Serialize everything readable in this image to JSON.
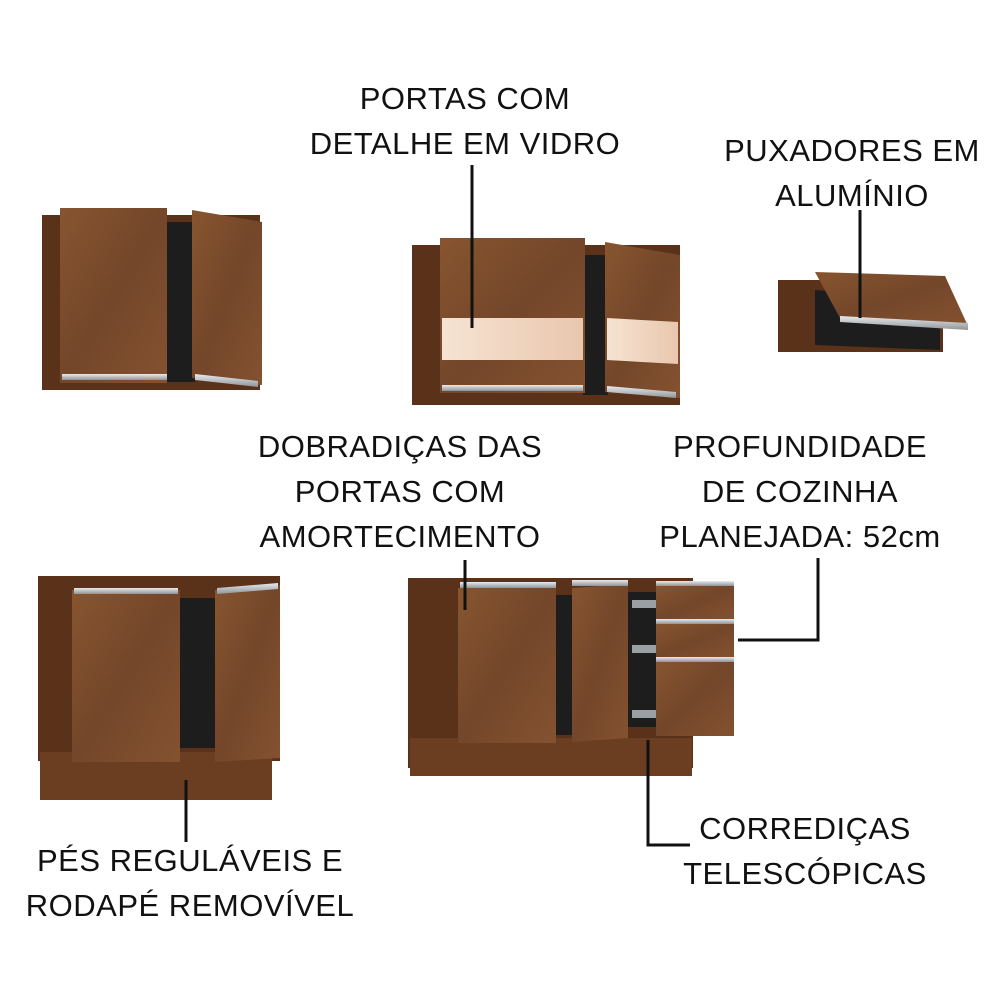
{
  "labels": {
    "glass_doors": [
      "PORTAS COM",
      "DETALHE EM VIDRO"
    ],
    "aluminum_handles": [
      "PUXADORES EM",
      "ALUMÍNIO"
    ],
    "hinges": [
      "DOBRADIÇAS DAS",
      "PORTAS COM",
      "AMORTECIMENTO"
    ],
    "depth": [
      "PROFUNDIDADE",
      "DE COZINHA",
      "PLANEJADA: 52cm"
    ],
    "feet": [
      "PÉS REGULÁVEIS E",
      "RODAPÉ REMOVÍVEL"
    ],
    "slides": [
      "CORREDIÇAS",
      "TELESCÓPICAS"
    ]
  },
  "colors": {
    "wood": "#7a4a2a",
    "wood_dark": "#5a3219",
    "wood_light": "#8e5a35",
    "interior": "#1d1d1d",
    "aluminum": "#c9cdd0",
    "glass": "#f3d9c6",
    "line": "#111111"
  }
}
